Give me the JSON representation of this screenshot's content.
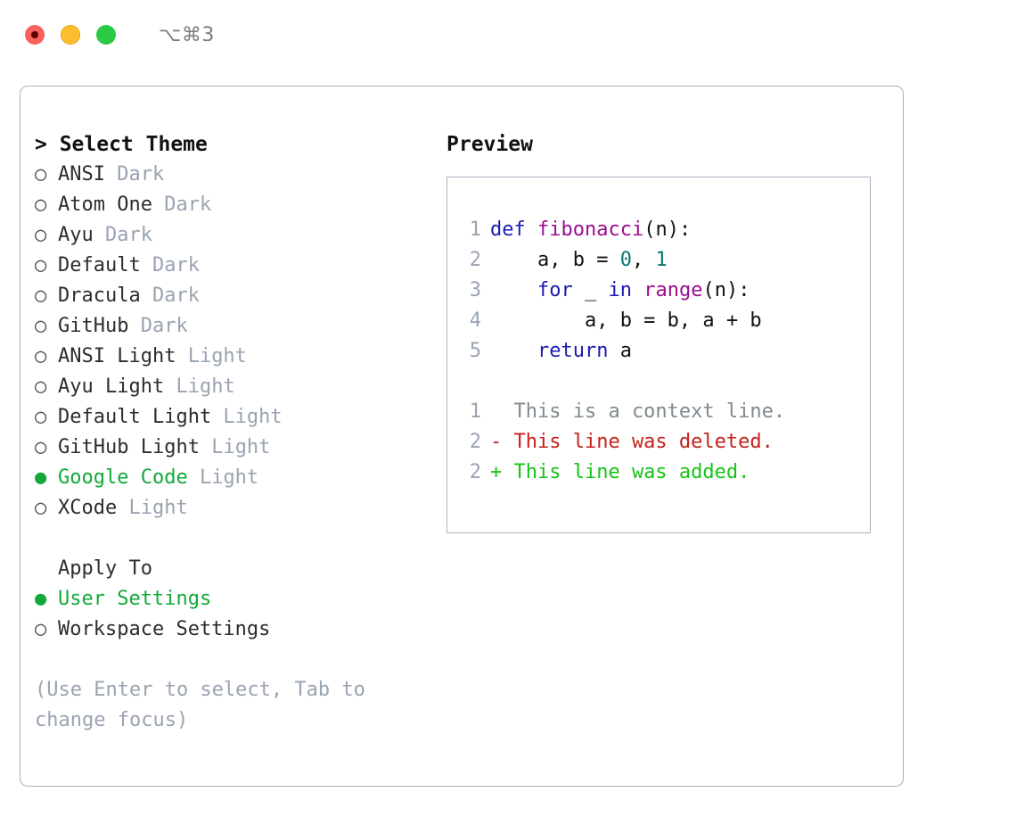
{
  "titlebar": {
    "shortcut": "⌥⌘3",
    "buttons": [
      {
        "name": "close",
        "color": "#f9615c"
      },
      {
        "name": "minimize",
        "color": "#fcbe2e"
      },
      {
        "name": "zoom",
        "color": "#2aca45"
      }
    ]
  },
  "theme_picker": {
    "title": "> Select Theme",
    "prompt_marker": ">",
    "unselected_marker": "○",
    "selected_marker": "●",
    "accent_color": "#13a83a",
    "muted_color": "#9aa3b2",
    "options": [
      {
        "label": "ANSI",
        "category": "Dark",
        "selected": false
      },
      {
        "label": "Atom One",
        "category": "Dark",
        "selected": false
      },
      {
        "label": "Ayu",
        "category": "Dark",
        "selected": false
      },
      {
        "label": "Default",
        "category": "Dark",
        "selected": false
      },
      {
        "label": "Dracula",
        "category": "Dark",
        "selected": false
      },
      {
        "label": "GitHub",
        "category": "Dark",
        "selected": false
      },
      {
        "label": "ANSI Light",
        "category": "Light",
        "selected": false
      },
      {
        "label": "Ayu Light",
        "category": "Light",
        "selected": false
      },
      {
        "label": "Default Light",
        "category": "Light",
        "selected": false
      },
      {
        "label": "GitHub Light",
        "category": "Light",
        "selected": false
      },
      {
        "label": "Google Code",
        "category": "Light",
        "selected": true
      },
      {
        "label": "XCode",
        "category": "Light",
        "selected": false
      }
    ]
  },
  "apply_to": {
    "title": "Apply To",
    "options": [
      {
        "label": "User Settings",
        "selected": true
      },
      {
        "label": "Workspace Settings",
        "selected": false
      }
    ]
  },
  "hint": "(Use Enter to select, Tab to change focus)",
  "preview": {
    "title": "Preview",
    "code": [
      {
        "line_no": "1",
        "tokens": [
          {
            "text": "def ",
            "type": "kw"
          },
          {
            "text": "fibonacci",
            "type": "fn"
          },
          {
            "text": "(n):",
            "type": "pl"
          }
        ]
      },
      {
        "line_no": "2",
        "tokens": [
          {
            "text": "    a, b = ",
            "type": "pl"
          },
          {
            "text": "0",
            "type": "num"
          },
          {
            "text": ", ",
            "type": "pl"
          },
          {
            "text": "1",
            "type": "num"
          }
        ]
      },
      {
        "line_no": "3",
        "tokens": [
          {
            "text": "    ",
            "type": "pl"
          },
          {
            "text": "for",
            "type": "kw"
          },
          {
            "text": " _ ",
            "type": "pl"
          },
          {
            "text": "in",
            "type": "kw"
          },
          {
            "text": " ",
            "type": "pl"
          },
          {
            "text": "range",
            "type": "fn"
          },
          {
            "text": "(n):",
            "type": "pl"
          }
        ]
      },
      {
        "line_no": "4",
        "tokens": [
          {
            "text": "        a, b = b, a + b",
            "type": "pl"
          }
        ]
      },
      {
        "line_no": "5",
        "tokens": [
          {
            "text": "    ",
            "type": "pl"
          },
          {
            "text": "return",
            "type": "kw"
          },
          {
            "text": " a",
            "type": "pl"
          }
        ]
      }
    ],
    "diff": [
      {
        "line_no": "1",
        "sign": " ",
        "text": "This is a context line.",
        "type": "ctx"
      },
      {
        "line_no": "2",
        "sign": "-",
        "text": "This line was deleted.",
        "type": "del"
      },
      {
        "line_no": "2",
        "sign": "+",
        "text": "This line was added.",
        "type": "add"
      }
    ]
  },
  "colors": {
    "accent_green": "#13a83a",
    "muted_gray": "#9aa3b2",
    "border": "#a8b0be",
    "keyword": "#1a1ab0",
    "function": "#9c0d8f",
    "number": "#0b7572",
    "plain": "#111111",
    "diff_context": "#808a8f",
    "diff_deleted": "#c4211b",
    "diff_added": "#16c416"
  }
}
